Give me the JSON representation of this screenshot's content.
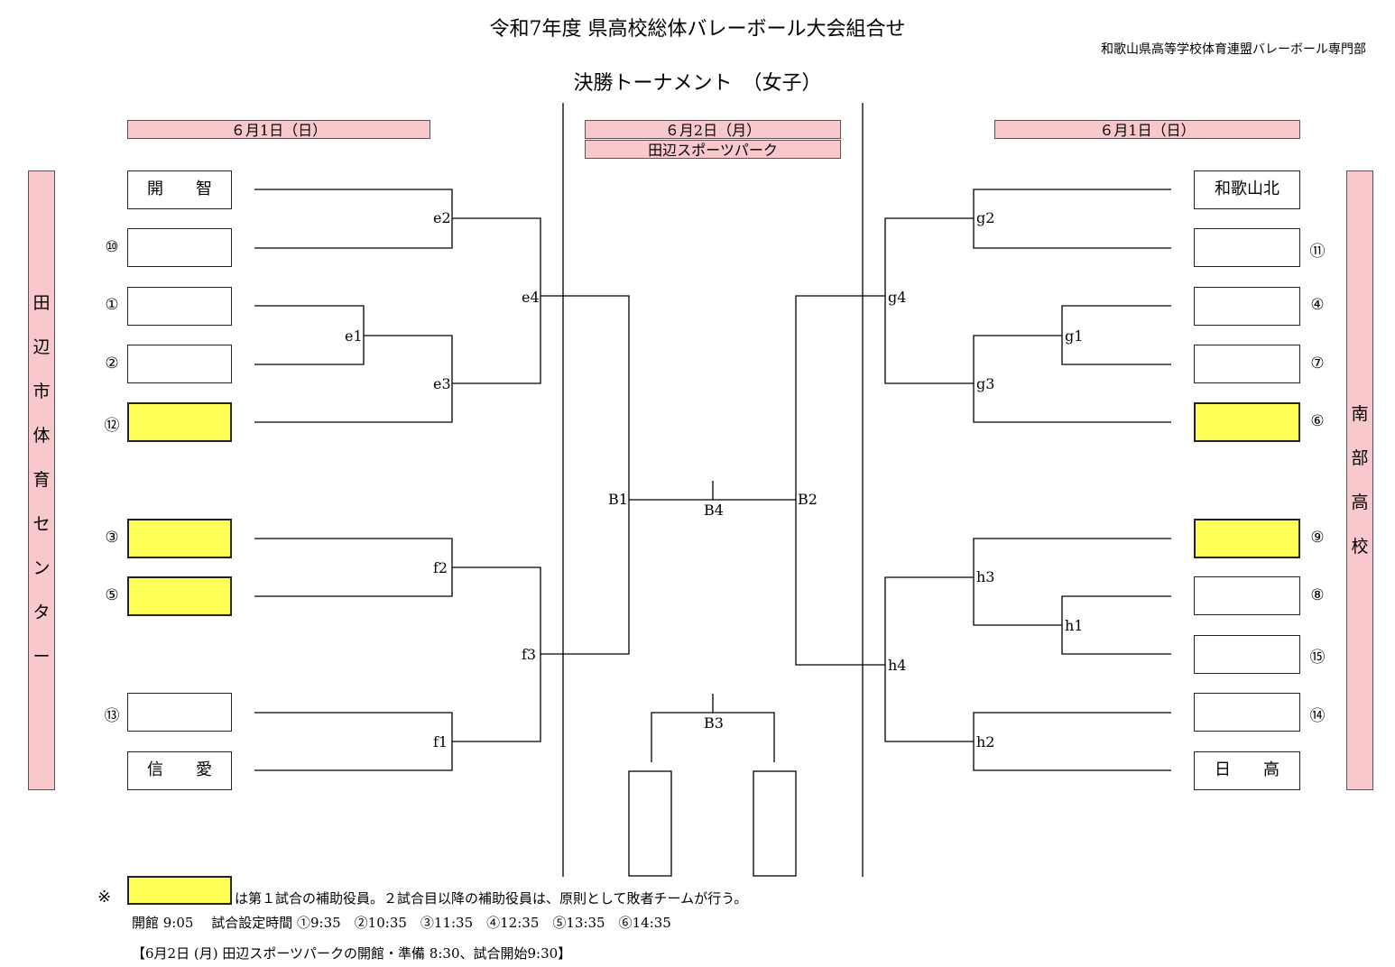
{
  "title": "令和7年度 県高校総体バレーボール大会組合せ",
  "organizer": "和歌山県高等学校体育連盟バレーボール専門部",
  "subtitle": "決勝トーナメント　（女子）",
  "left": {
    "date": "６月1日（日）",
    "venue_chars": [
      "田",
      "辺",
      "市",
      "体",
      "育",
      "セ",
      "ン",
      "タ",
      "ー"
    ],
    "slots": [
      {
        "num": "",
        "team": "開　　智",
        "highlight": false
      },
      {
        "num": "⑩",
        "team": "",
        "highlight": false
      },
      {
        "num": "①",
        "team": "",
        "highlight": false
      },
      {
        "num": "②",
        "team": "",
        "highlight": false
      },
      {
        "num": "⑫",
        "team": "",
        "highlight": true
      },
      {
        "num": "③",
        "team": "",
        "highlight": true
      },
      {
        "num": "⑤",
        "team": "",
        "highlight": true
      },
      {
        "num": "⑬",
        "team": "",
        "highlight": false
      },
      {
        "num": "",
        "team": "信　　愛",
        "highlight": false
      }
    ],
    "matches": {
      "e1": "e1",
      "e2": "e2",
      "e3": "e3",
      "e4": "e4",
      "f1": "f1",
      "f2": "f2",
      "f3": "f3"
    }
  },
  "center": {
    "date": "６月2日（月）",
    "venue": "田辺スポーツパーク",
    "matches": {
      "B1": "B1",
      "B2": "B2",
      "B3": "B3",
      "B4": "B4"
    }
  },
  "right": {
    "date": "６月1日（日）",
    "venue_chars": [
      "南",
      "部",
      "高",
      "校"
    ],
    "slots": [
      {
        "num": "",
        "team": "和歌山北",
        "highlight": false
      },
      {
        "num": "⑪",
        "team": "",
        "highlight": false
      },
      {
        "num": "④",
        "team": "",
        "highlight": false
      },
      {
        "num": "⑦",
        "team": "",
        "highlight": false
      },
      {
        "num": "⑥",
        "team": "",
        "highlight": true
      },
      {
        "num": "⑨",
        "team": "",
        "highlight": true
      },
      {
        "num": "⑧",
        "team": "",
        "highlight": false
      },
      {
        "num": "⑮",
        "team": "",
        "highlight": false
      },
      {
        "num": "⑭",
        "team": "",
        "highlight": false
      },
      {
        "num": "",
        "team": "日　　高",
        "highlight": false
      }
    ],
    "matches": {
      "g1": "g1",
      "g2": "g2",
      "g3": "g3",
      "g4": "g4",
      "h1": "h1",
      "h2": "h2",
      "h3": "h3",
      "h4": "h4"
    }
  },
  "footer": {
    "mark": "※",
    "note": "は第１試合の補助役員。２試合目以降の補助役員は、原則として敗者チームが行う。",
    "schedule": "開館 9:05　 試合設定時間 ①9:35　②10:35　③11:35　④12:35　⑤13:35　⑥14:35",
    "day2": "【6月2日 (月) 田辺スポーツパークの開館・準備 8:30、試合開始9:30】"
  },
  "colors": {
    "highlight": "#ffff55",
    "header_bg": "#f8c8cc"
  }
}
